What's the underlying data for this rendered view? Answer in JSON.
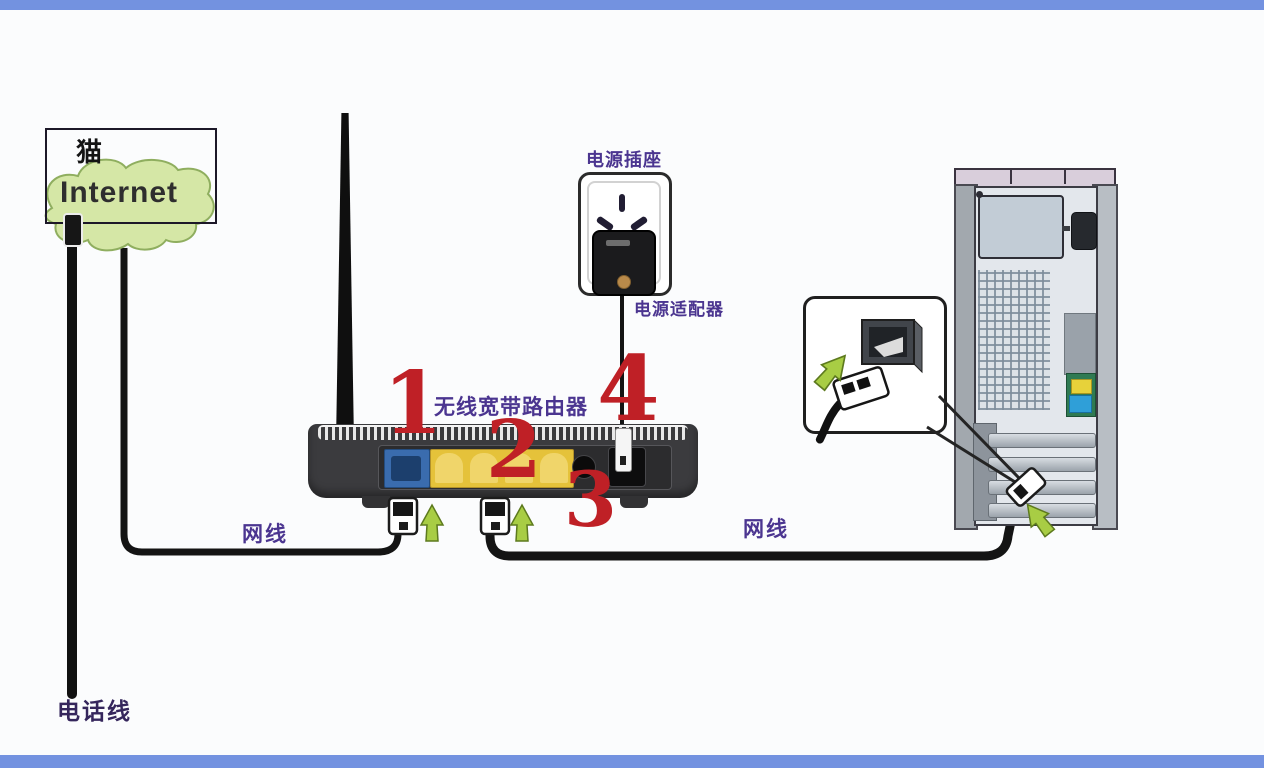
{
  "chrome": {
    "top_bar_color": "#7392e0",
    "bottom_bar_color": "#7392e0",
    "background": "#fbfcfd"
  },
  "modem": {
    "box_label": "猫",
    "cloud_label": "Internet"
  },
  "cables": {
    "phone_label": "电话线",
    "lan_left_label": "网线",
    "lan_right_label": "网线"
  },
  "router": {
    "title": "无线宽带路由器",
    "steps": {
      "wan": "1",
      "lan": "2",
      "reset": "3",
      "power": "4"
    }
  },
  "power": {
    "socket_label": "电源插座",
    "adapter_label": "电源适配器"
  },
  "colors": {
    "step_number_red": "#bf2026",
    "label_purple": "#4b3590",
    "wan_port_blue": "#3a6cae",
    "lan_port_yellow": "#e5c23a",
    "arrow_green": "#a8cd44",
    "cloud_green": "#d5e7a6",
    "router_body": "#3b3b3e",
    "cable_black": "#141414"
  }
}
